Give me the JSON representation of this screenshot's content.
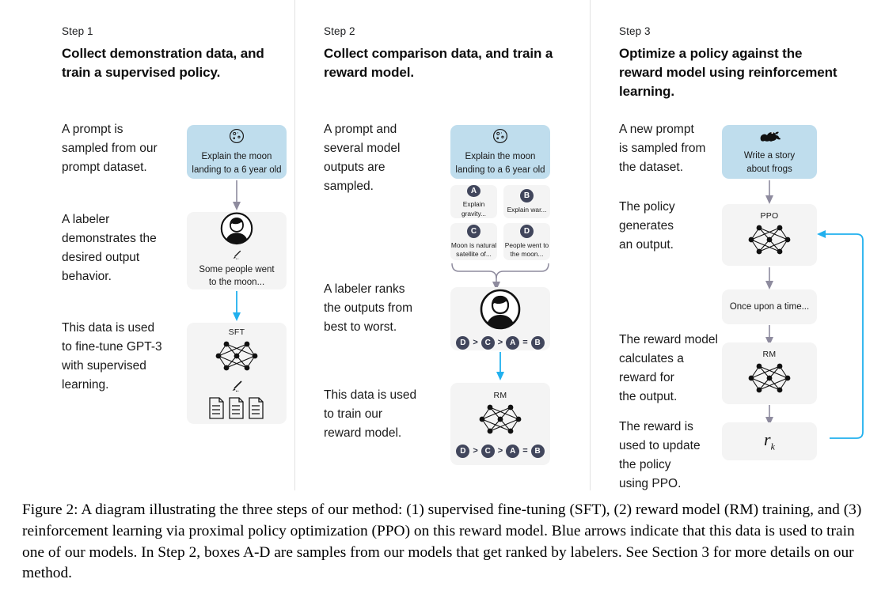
{
  "columns": [
    {
      "step_label": "Step 1",
      "title": "Collect demonstration data,\nand train a supervised policy.",
      "texts": [
        "A prompt is\nsampled from our\nprompt dataset.",
        "A labeler\ndemonstrates the\ndesired output\nbehavior.",
        "This data is used\nto fine-tune GPT-3\nwith supervised\nlearning."
      ],
      "boxes": [
        {
          "icon": "moon-icon",
          "caption": "Explain the moon\nlanding to a 6 year old",
          "style": "blue"
        },
        {
          "icon": "labeler-person-icon",
          "caption": "Some people went\nto the moon...",
          "style": "grey"
        },
        {
          "tag": "SFT",
          "icon": "neural-network-icon",
          "style": "grey"
        }
      ]
    },
    {
      "step_label": "Step 2",
      "title": "Collect comparison data,\nand train a reward model.",
      "texts": [
        "A prompt and\nseveral model\noutputs are\nsampled.",
        "A labeler ranks\nthe outputs from\nbest to worst.",
        "This data is used\nto train our\nreward model."
      ],
      "boxes": [
        {
          "icon": "moon-icon",
          "caption": "Explain the moon\nlanding to a 6 year old",
          "style": "blue"
        },
        {
          "icon": "labeler-person-icon",
          "style": "grey"
        },
        {
          "tag": "RM",
          "icon": "neural-network-icon",
          "style": "grey"
        }
      ],
      "samples": [
        {
          "badge": "A",
          "text": "Explain gravity..."
        },
        {
          "badge": "B",
          "text": "Explain war..."
        },
        {
          "badge": "C",
          "text": "Moon is natural\nsatellite of..."
        },
        {
          "badge": "D",
          "text": "People went to\nthe moon..."
        }
      ],
      "ranking": [
        "D",
        ">",
        "C",
        ">",
        "A",
        "=",
        "B"
      ]
    },
    {
      "step_label": "Step 3",
      "title": "Optimize a policy against\nthe reward model using\nreinforcement learning.",
      "texts": [
        "A new prompt\nis sampled from\nthe dataset.",
        "The policy\ngenerates\nan output.",
        "The reward model\ncalculates a\nreward for\nthe output.",
        "The reward is\nused to update\nthe policy\nusing PPO."
      ],
      "boxes": [
        {
          "icon": "frog-icon",
          "caption": "Write a story\nabout frogs",
          "style": "blue"
        },
        {
          "tag": "PPO",
          "icon": "neural-network-icon",
          "style": "grey"
        },
        {
          "caption": "Once upon a time...",
          "style": "grey"
        },
        {
          "tag": "RM",
          "icon": "neural-network-icon",
          "style": "grey"
        },
        {
          "formula": "r",
          "subscript": "k",
          "style": "grey"
        }
      ]
    }
  ],
  "caption": "Figure 2: A diagram illustrating the three steps of our method: (1) supervised fine-tuning (SFT), (2) reward model (RM) training, and (3) reinforcement learning via proximal policy optimization (PPO) on this reward model. Blue arrows indicate that this data is used to train one of our models. In Step 2, boxes A-D are samples from our models that get ranked by labelers. See Section 3 for more details on our method.",
  "colors": {
    "prompt_box": "#bfdded",
    "grey_box": "#f4f4f4",
    "grey_arrow": "#8e8b9e",
    "blue_arrow": "#21b0ee",
    "badge": "#41465c",
    "divider": "#e2e2e2"
  }
}
